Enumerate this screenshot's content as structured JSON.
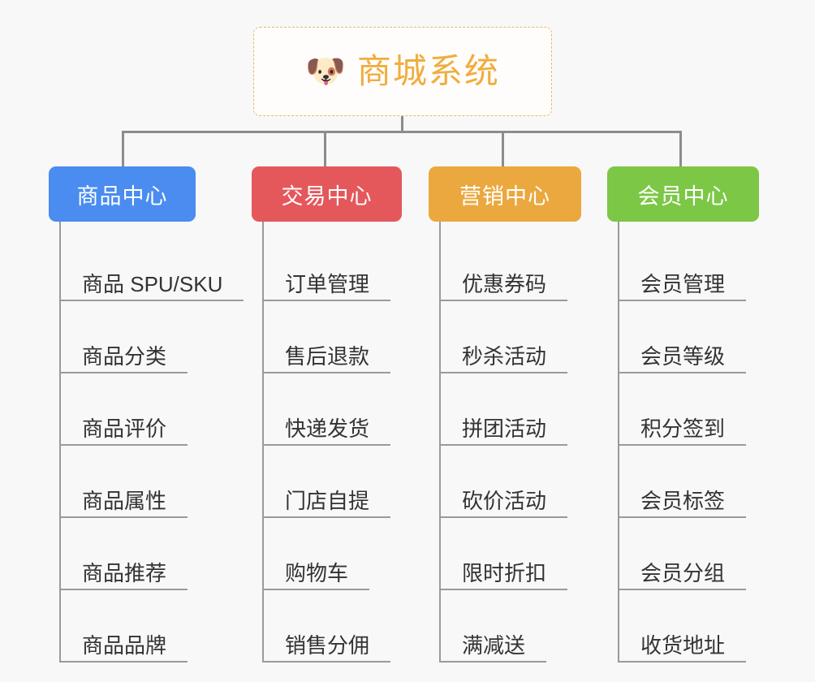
{
  "diagram": {
    "type": "org-chart",
    "background_color": "#f8f8f8",
    "root": {
      "emoji": "dog-face-emoji",
      "emoji_glyph": "🐶",
      "title": "商城系统",
      "title_color": "#f0ad3e",
      "border_color": "#e8b96a"
    },
    "connector_color": "#8c8c8c",
    "columns": [
      {
        "id": "product-center",
        "label": "商品中心",
        "color": "#4a8cf0",
        "items": [
          "商品 SPU/SKU",
          "商品分类",
          "商品评价",
          "商品属性",
          "商品推荐",
          "商品品牌"
        ]
      },
      {
        "id": "trade-center",
        "label": "交易中心",
        "color": "#e4585b",
        "items": [
          "订单管理",
          "售后退款",
          "快递发货",
          "门店自提",
          "购物车",
          "销售分佣"
        ]
      },
      {
        "id": "marketing-center",
        "label": "营销中心",
        "color": "#eaa83f",
        "items": [
          "优惠券码",
          "秒杀活动",
          "拼团活动",
          "砍价活动",
          "限时折扣",
          "满减送"
        ]
      },
      {
        "id": "member-center",
        "label": "会员中心",
        "color": "#7cc746",
        "items": [
          "会员管理",
          "会员等级",
          "积分签到",
          "会员标签",
          "会员分组",
          "收货地址"
        ]
      }
    ]
  }
}
